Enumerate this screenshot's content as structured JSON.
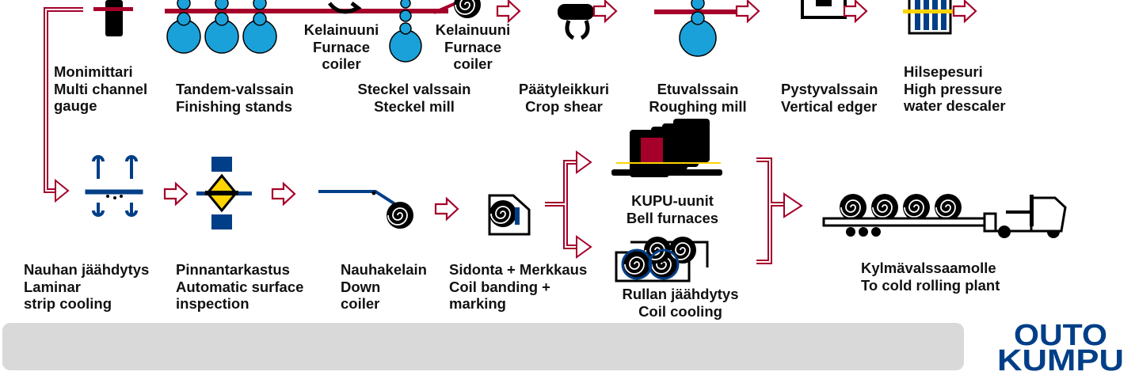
{
  "colors": {
    "pipe": "#a5002a",
    "steel": "#003f87",
    "roll": "#1ba1d9",
    "black": "#000000",
    "yellow": "#ffd400",
    "bar": "#d9d9d9",
    "logo": "#003f87"
  },
  "labels": {
    "multi_gauge": [
      "Monimittari",
      "Multi channel",
      "gauge"
    ],
    "finishing": [
      "Tandem-valssain",
      "Finishing stands"
    ],
    "coiler_left": [
      "Kelainuuni",
      "Furnace",
      "coiler"
    ],
    "coiler_right": [
      "Kelainuuni",
      "Furnace",
      "coiler"
    ],
    "steckel": [
      "Steckel valssain",
      "Steckel mill"
    ],
    "crop_shear": [
      "Päätyleikkuri",
      "Crop shear"
    ],
    "roughing": [
      "Etuvalssain",
      "Roughing mill"
    ],
    "edger": [
      "Pystyvalssain",
      "Vertical edger"
    ],
    "descaler": [
      "Hilsepesuri",
      "High pressure",
      "water descaler"
    ],
    "laminar": [
      "Nauhan jäähdytys",
      "Laminar",
      "strip cooling"
    ],
    "inspection": [
      "Pinnantarkastus",
      "Automatic surface",
      "inspection"
    ],
    "down_coiler": [
      "Nauhakelain",
      "Down",
      "coiler"
    ],
    "banding": [
      "Sidonta + Merkkaus",
      "Coil banding +",
      "marking"
    ],
    "bell": [
      "KUPU-uunit",
      "Bell furnaces"
    ],
    "coil_cooling": [
      "Rullan jäähdytys",
      "Coil cooling"
    ],
    "cold_rolling": [
      "Kylmävalssaamolle",
      "To cold rolling plant"
    ]
  },
  "logo": {
    "line1": "OUTO",
    "line2": "KUMPU"
  }
}
